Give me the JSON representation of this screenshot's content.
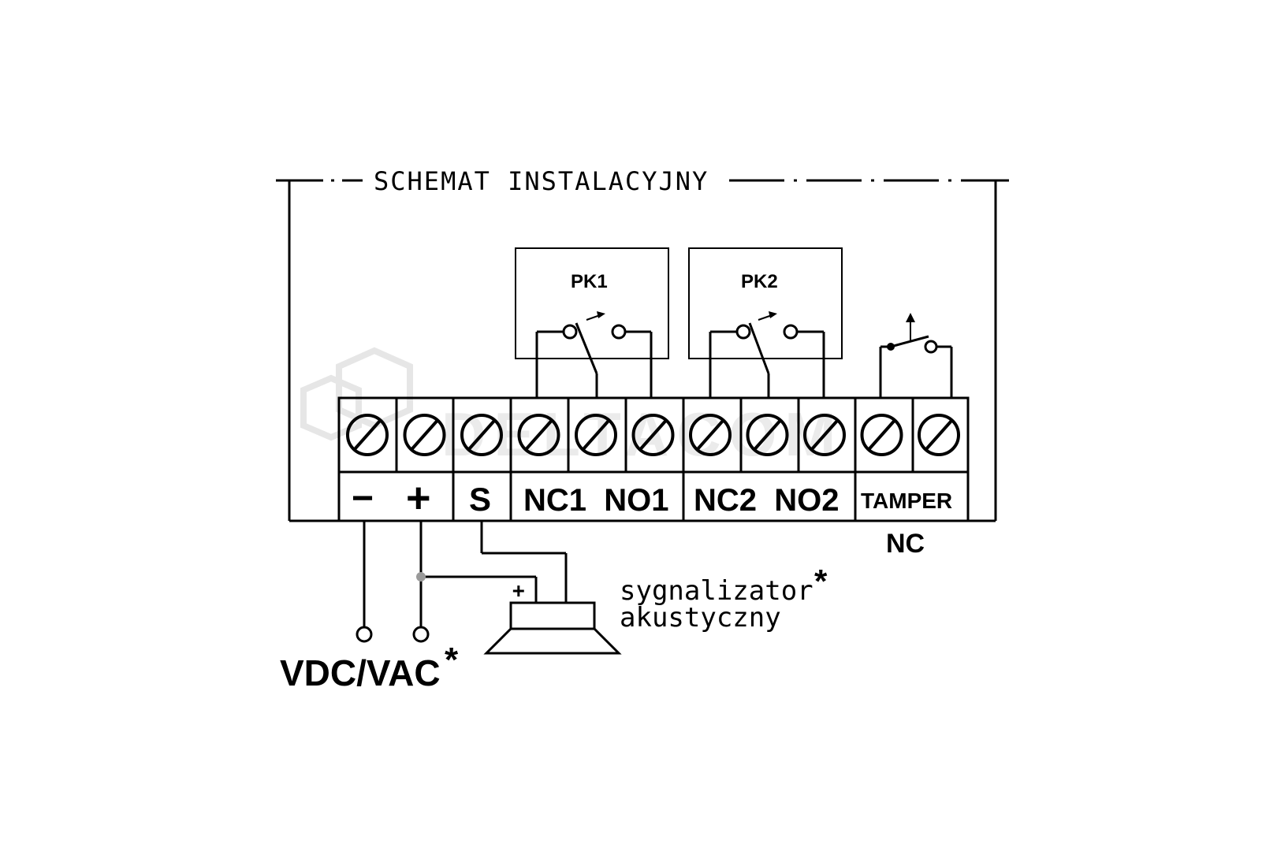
{
  "title": "SCHEMAT INSTALACYJNY",
  "relays": [
    {
      "name": "PK1"
    },
    {
      "name": "PK2"
    }
  ],
  "terminal_labels": {
    "minus": "−",
    "plus": "+",
    "signal": "S",
    "relay1": "NC1  NO1",
    "relay2": "NC2  NO2",
    "tamper": "TAMPER",
    "tamper_nc": "NC"
  },
  "power_label": "VDC/VAC",
  "power_asterisk": "*",
  "sounder": {
    "line1": "sygnalizator",
    "asterisk": "*",
    "line2": "akustyczny",
    "plus": "+"
  },
  "watermark": "DELTACOM",
  "colors": {
    "line": "#000000",
    "background": "#ffffff",
    "watermark": "#e4e4e4",
    "junction": "#9a9a9a"
  }
}
